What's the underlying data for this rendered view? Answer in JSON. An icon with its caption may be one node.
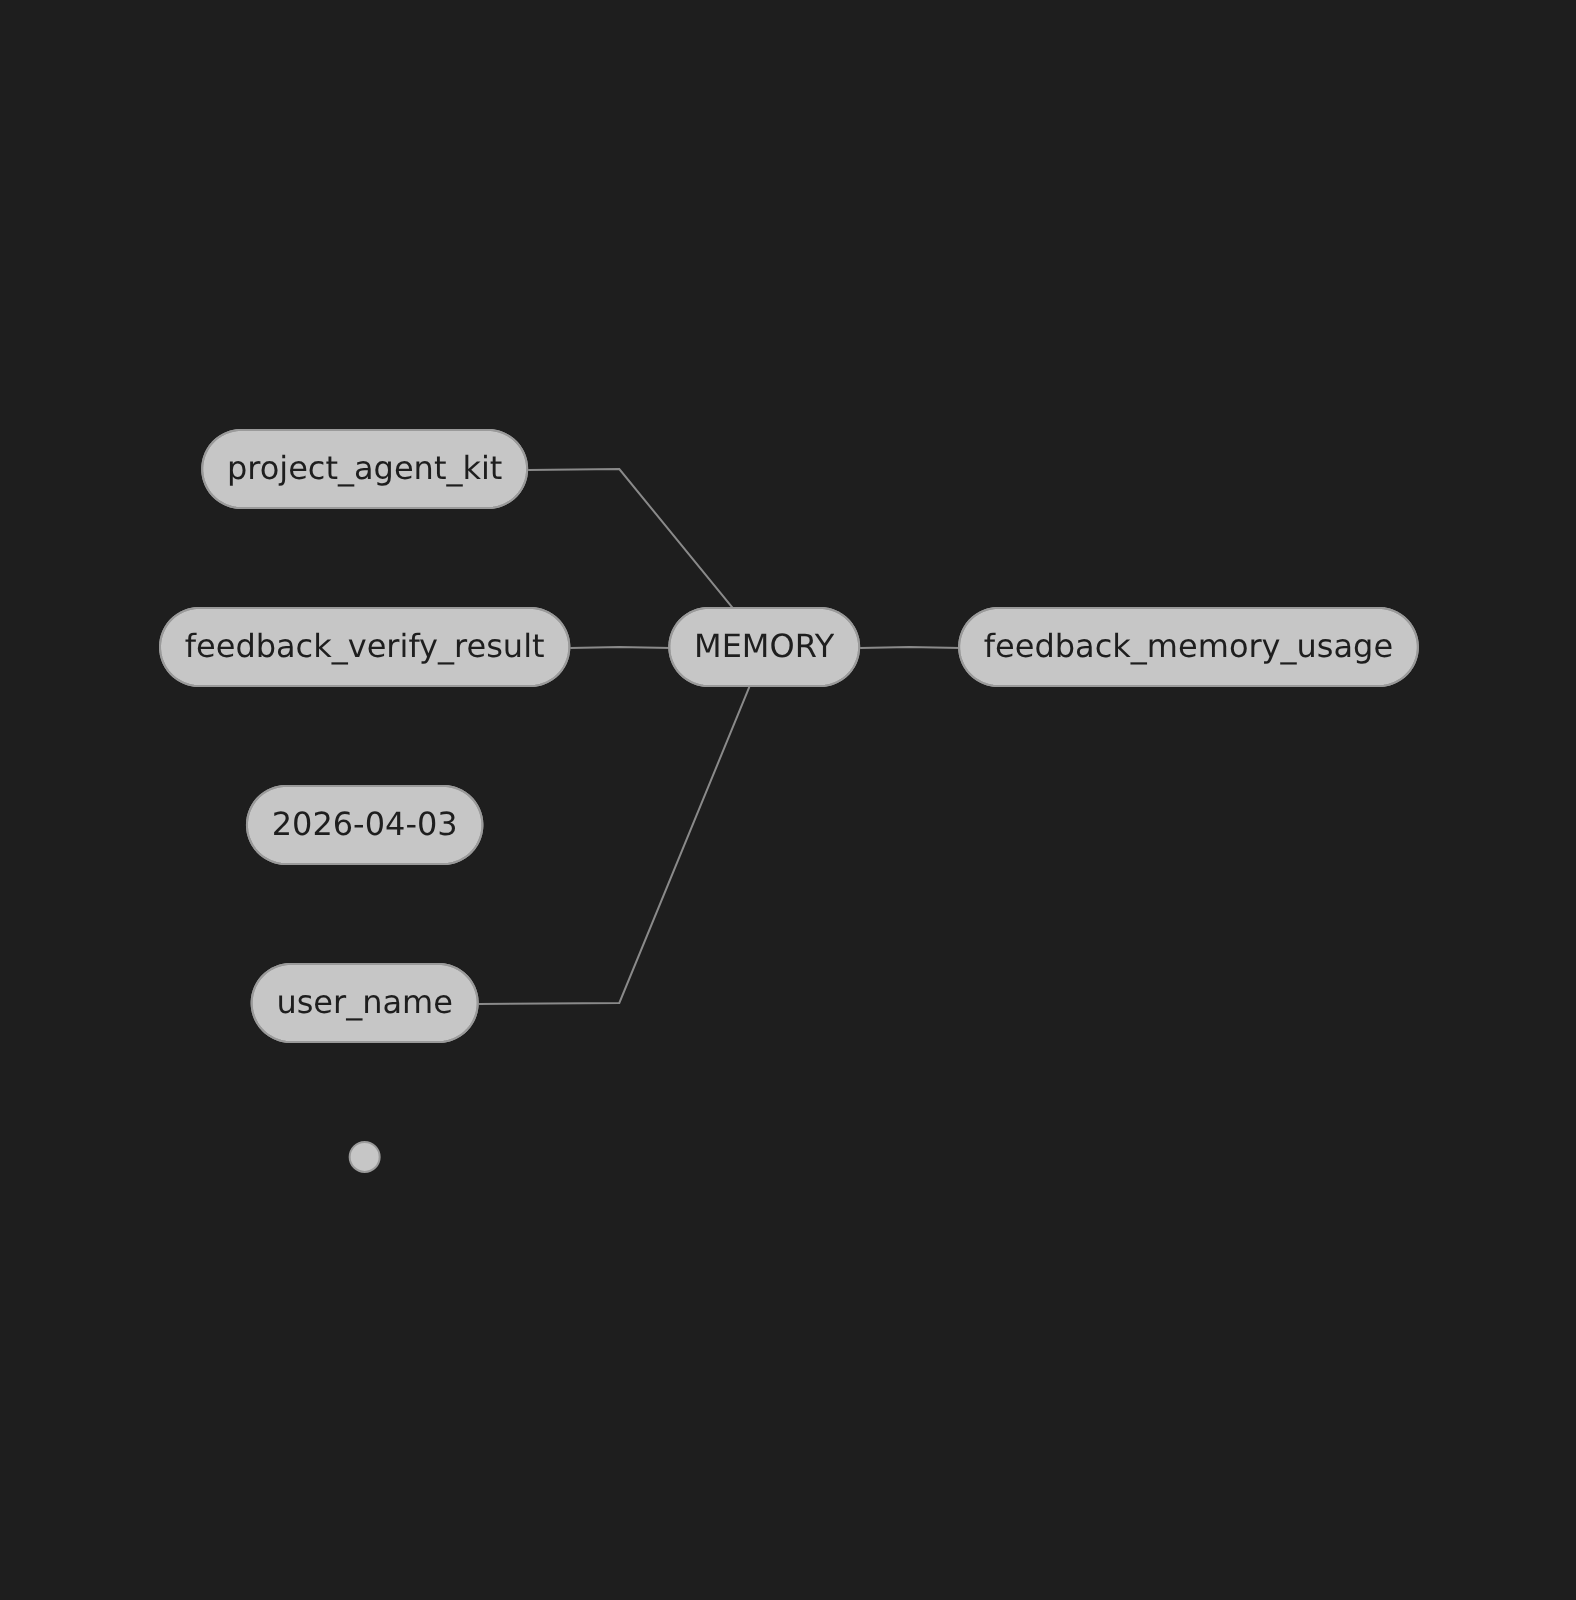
{
  "diagram": {
    "nodes": [
      {
        "text": [
          "project_agent_kit"
        ]
      },
      {
        "text": [
          "feedback_verify_result"
        ]
      },
      {
        "text": [
          "2026-04-03"
        ]
      },
      {
        "text": [
          "user_name"
        ]
      },
      {
        "text": [
          "MEMORY"
        ]
      },
      {
        "text": [],
        "shape": "circle"
      },
      {
        "text": [
          "feedback_memory_usage"
        ]
      }
    ],
    "edges": [
      {
        "from": 0,
        "to": 4,
        "arrow": "none"
      },
      {
        "from": 1,
        "to": 4,
        "arrow": "none"
      },
      {
        "from": 3,
        "to": 4,
        "arrow": "none"
      },
      {
        "from": 4,
        "to": 6,
        "arrow": "none"
      }
    ]
  }
}
